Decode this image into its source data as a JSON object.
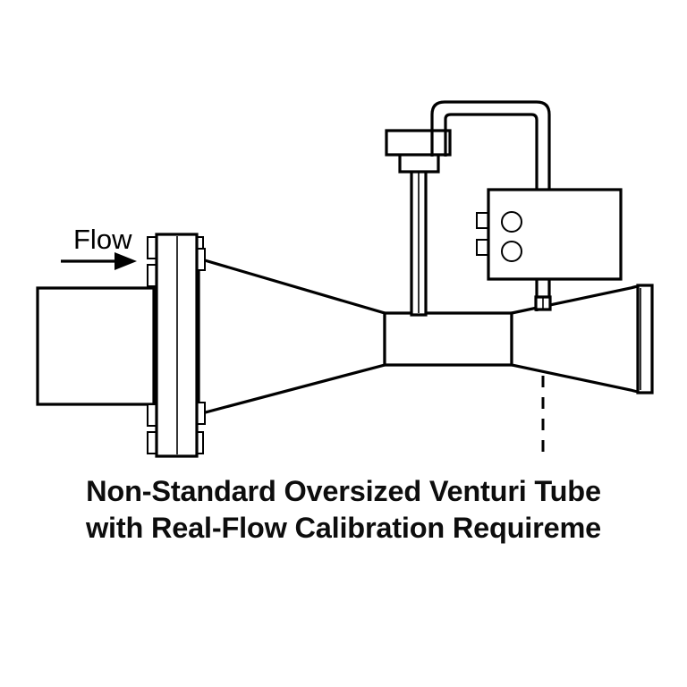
{
  "figure": {
    "title_line1": "Non-Standard Oversized Venturi Tube",
    "title_line2": "with Real-Flow Calibration Requireme",
    "flow_label": "Flow",
    "line_color": "#000000",
    "background_color": "#ffffff",
    "text_color": "#0d0d0d"
  },
  "components": {
    "inlet_pipe": "inlet-pipe",
    "inlet_flange": "inlet-flange",
    "flange_bolts_count": 8,
    "converging_cone": "converging-cone",
    "throat": "throat-section",
    "diverging_cone": "diverging-cone",
    "outlet_flange": "outlet-flange",
    "upstream_pressure_tap": "upstream-pressure-tap",
    "downstream_pressure_tap": "downstream-pressure-tap",
    "impulse_tube": "impulse-tube",
    "transmitter_box": "differential-pressure-transmitter",
    "transmitter_ports": 2,
    "transmitter_conduit_tabs": 2,
    "leader_line": "dashed-leader-line"
  }
}
